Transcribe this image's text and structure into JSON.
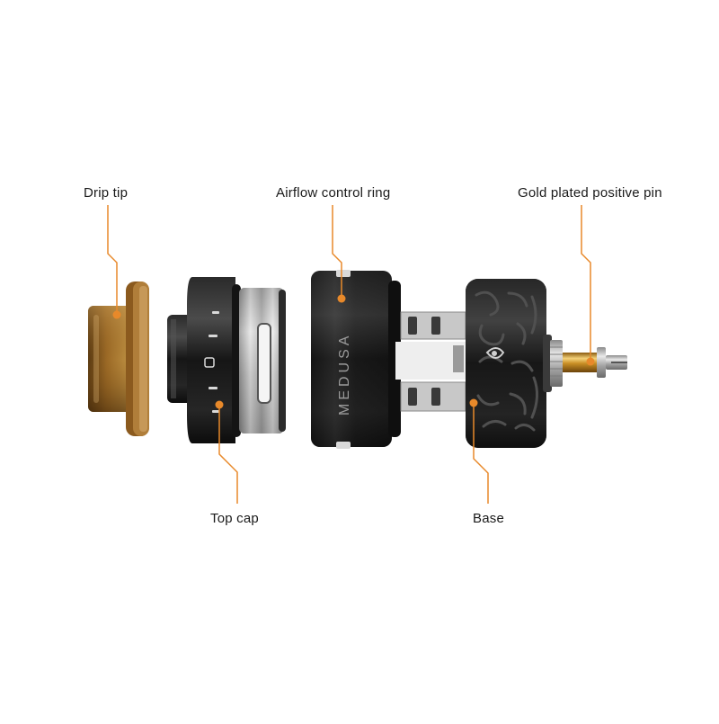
{
  "labels": {
    "drip_tip": "Drip tip",
    "airflow_control_ring": "Airflow control ring",
    "gold_plated_positive_pin": "Gold plated positive pin",
    "top_cap": "Top cap",
    "base": "Base"
  },
  "brand_text": "MEDUSA",
  "colors": {
    "callout_line": "#e8892a",
    "callout_dot": "#e8892a",
    "label_text": "#1a1a1a",
    "background": "#ffffff"
  }
}
